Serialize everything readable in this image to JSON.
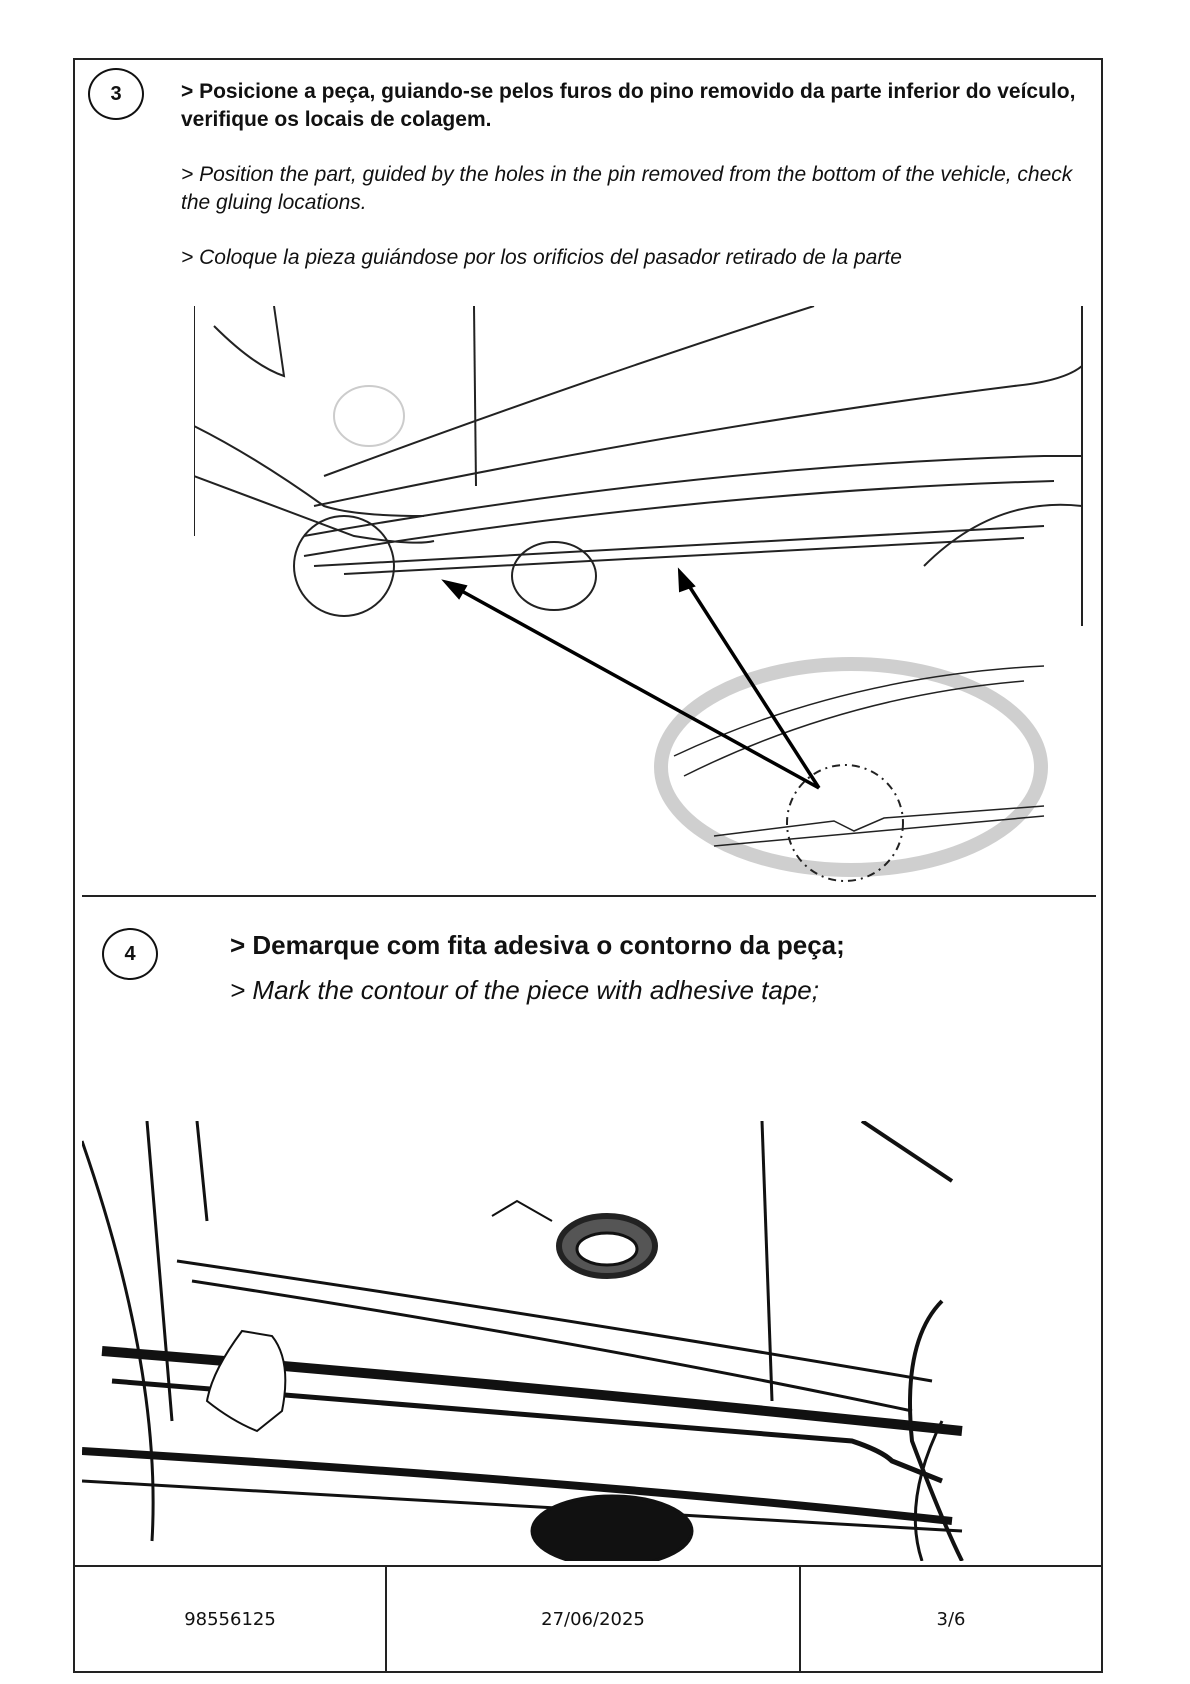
{
  "step3": {
    "number": "3",
    "text_pt": "> Posicione a peça, guiando-se pelos furos do pino removido da parte inferior do veículo, verifique os locais de colagem.",
    "text_en": "> Position the part, guided by the holes in the pin removed from the bottom of the vehicle, check the gluing locations.",
    "text_es": "> Coloque la pieza guiándose por los orificios del pasador retirado de la parte"
  },
  "step4": {
    "number": "4",
    "text_pt": "> Demarque com fita adesiva o contorno da peça;",
    "text_en": "> Mark the contour of the piece with adhesive tape;"
  },
  "footer": {
    "part_number": "98556125",
    "date": "27/06/2025",
    "page": "3/6"
  }
}
